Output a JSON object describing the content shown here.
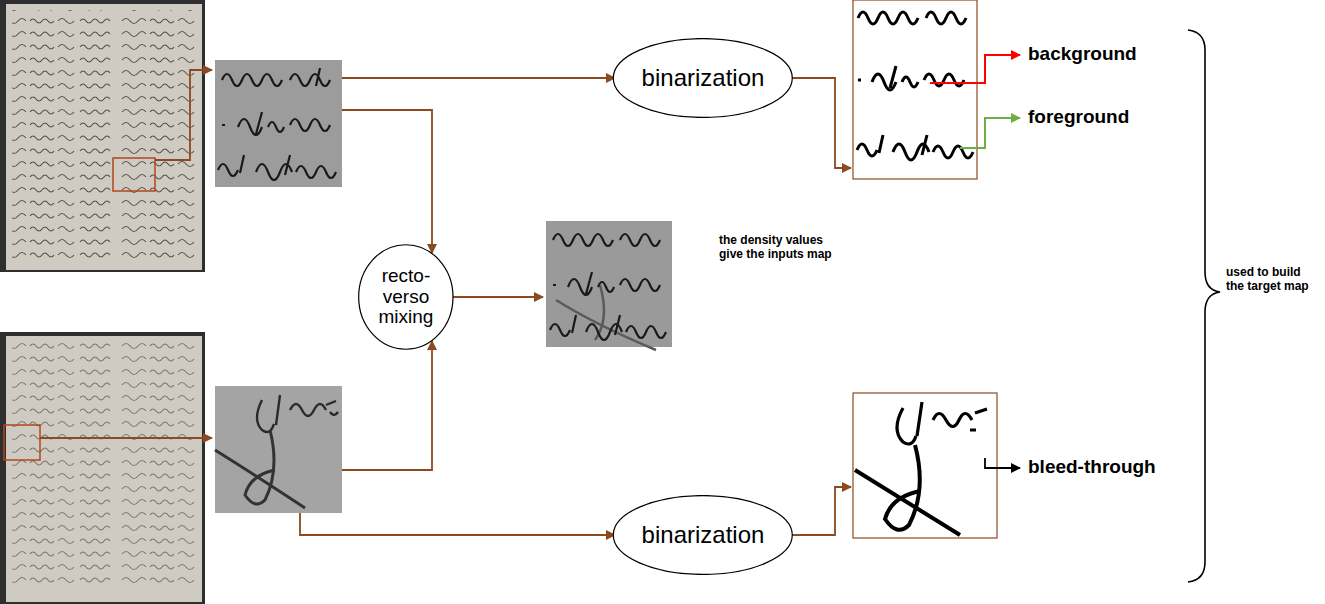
{
  "diagram": {
    "nodes": [
      {
        "text": [
          "binarization"
        ]
      },
      {
        "text": [
          "recto-verso mixing"
        ]
      },
      {
        "text": [
          "binarization"
        ]
      }
    ],
    "labels": [
      "background",
      "foreground",
      "the density values give the inputs map",
      "bleed-through",
      "used to build the target map"
    ]
  }
}
